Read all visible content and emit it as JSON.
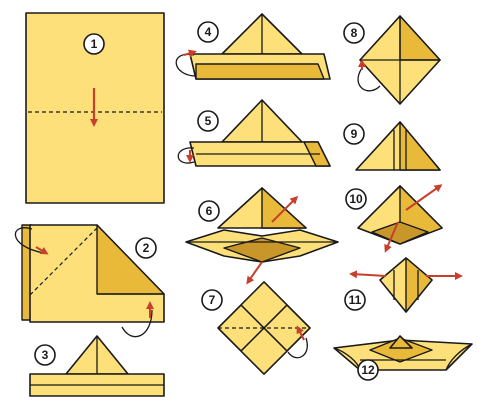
{
  "diagram": {
    "colors": {
      "paper": "#fde07a",
      "paper_shade": "#e9b93a",
      "paper_dark": "#c9962a",
      "outline": "#1a1a1a",
      "arrow": "#c8402b"
    },
    "steps": [
      {
        "label": "1"
      },
      {
        "label": "2"
      },
      {
        "label": "3"
      },
      {
        "label": "4"
      },
      {
        "label": "5"
      },
      {
        "label": "6"
      },
      {
        "label": "7"
      },
      {
        "label": "8"
      },
      {
        "label": "9"
      },
      {
        "label": "10"
      },
      {
        "label": "11"
      },
      {
        "label": "12"
      }
    ]
  }
}
